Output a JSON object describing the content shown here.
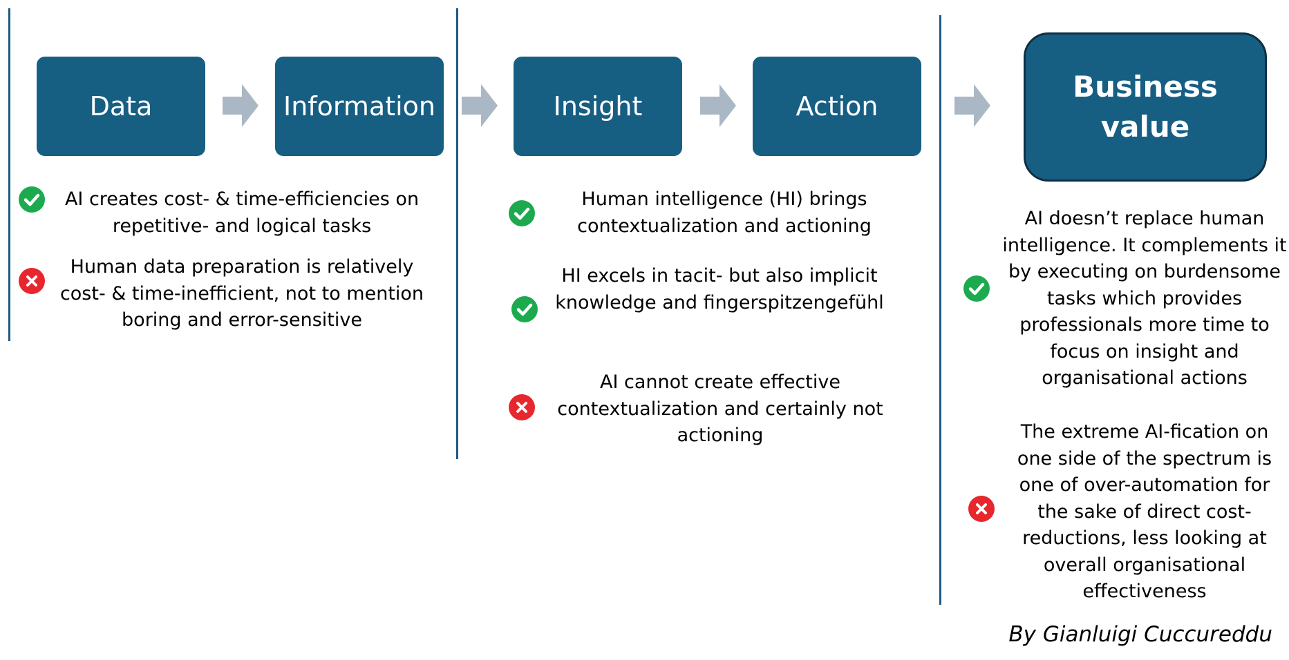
{
  "colors": {
    "box": "#175e83",
    "divider": "#1f5a82",
    "arrow": "#a9b8c4",
    "check": "#1daa4f",
    "cross": "#e8262d"
  },
  "stages": {
    "data": "Data",
    "information": "Information",
    "insight": "Insight",
    "action": "Action",
    "business_value": "Business value"
  },
  "column1": {
    "items": [
      {
        "icon": "check-icon",
        "text": "AI creates cost- & time-efficiencies on repetitive- and logical tasks"
      },
      {
        "icon": "cross-icon",
        "text": "Human data preparation is relatively cost- & time-inefficient, not to mention boring and error-sensitive"
      }
    ]
  },
  "column2": {
    "items": [
      {
        "icon": "check-icon",
        "text": "Human intelligence (HI) brings contextualization and actioning"
      },
      {
        "icon": "check-icon",
        "text": "HI excels in tacit- but also implicit knowledge and fingerspitzengefühl"
      },
      {
        "icon": "cross-icon",
        "text": "AI cannot create effective contextualization and certainly not actioning"
      }
    ]
  },
  "column3": {
    "items": [
      {
        "icon": "check-icon",
        "text": "AI doesn’t replace human intelligence. It complements it by executing on burdensome tasks which provides professionals more time to focus on insight and organisational actions"
      },
      {
        "icon": "cross-icon",
        "text": "The extreme AI-fication on one side of the spectrum is one of over-automation for the sake of direct cost-reductions, less looking at overall organisational effectiveness"
      }
    ]
  },
  "credit": "By Gianluigi Cuccureddu"
}
